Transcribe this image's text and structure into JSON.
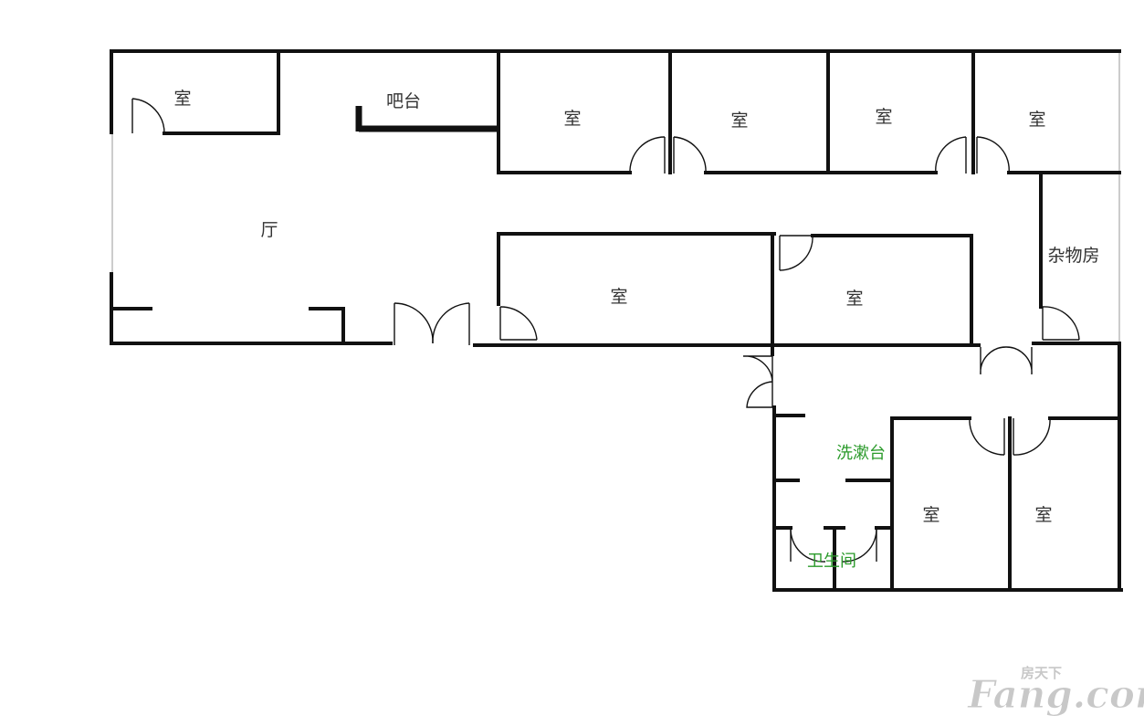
{
  "colors": {
    "wall": "#111111",
    "label": "#333333",
    "wet_area_label": "#2a9a2a",
    "watermark": "#c8c8c8"
  },
  "rooms": {
    "room_top_left": "室",
    "bar": "吧台",
    "room_top_1": "室",
    "room_top_2": "室",
    "room_top_3": "室",
    "room_top_4": "室",
    "hall": "厅",
    "storage": "杂物房",
    "room_mid_left": "室",
    "room_mid_right": "室",
    "washbasin": "洗漱台",
    "bathroom": "卫生间",
    "room_bottom_left": "室",
    "room_bottom_right": "室"
  },
  "watermark": {
    "brand_cn": "房天下",
    "brand_en": "Fang.com"
  }
}
